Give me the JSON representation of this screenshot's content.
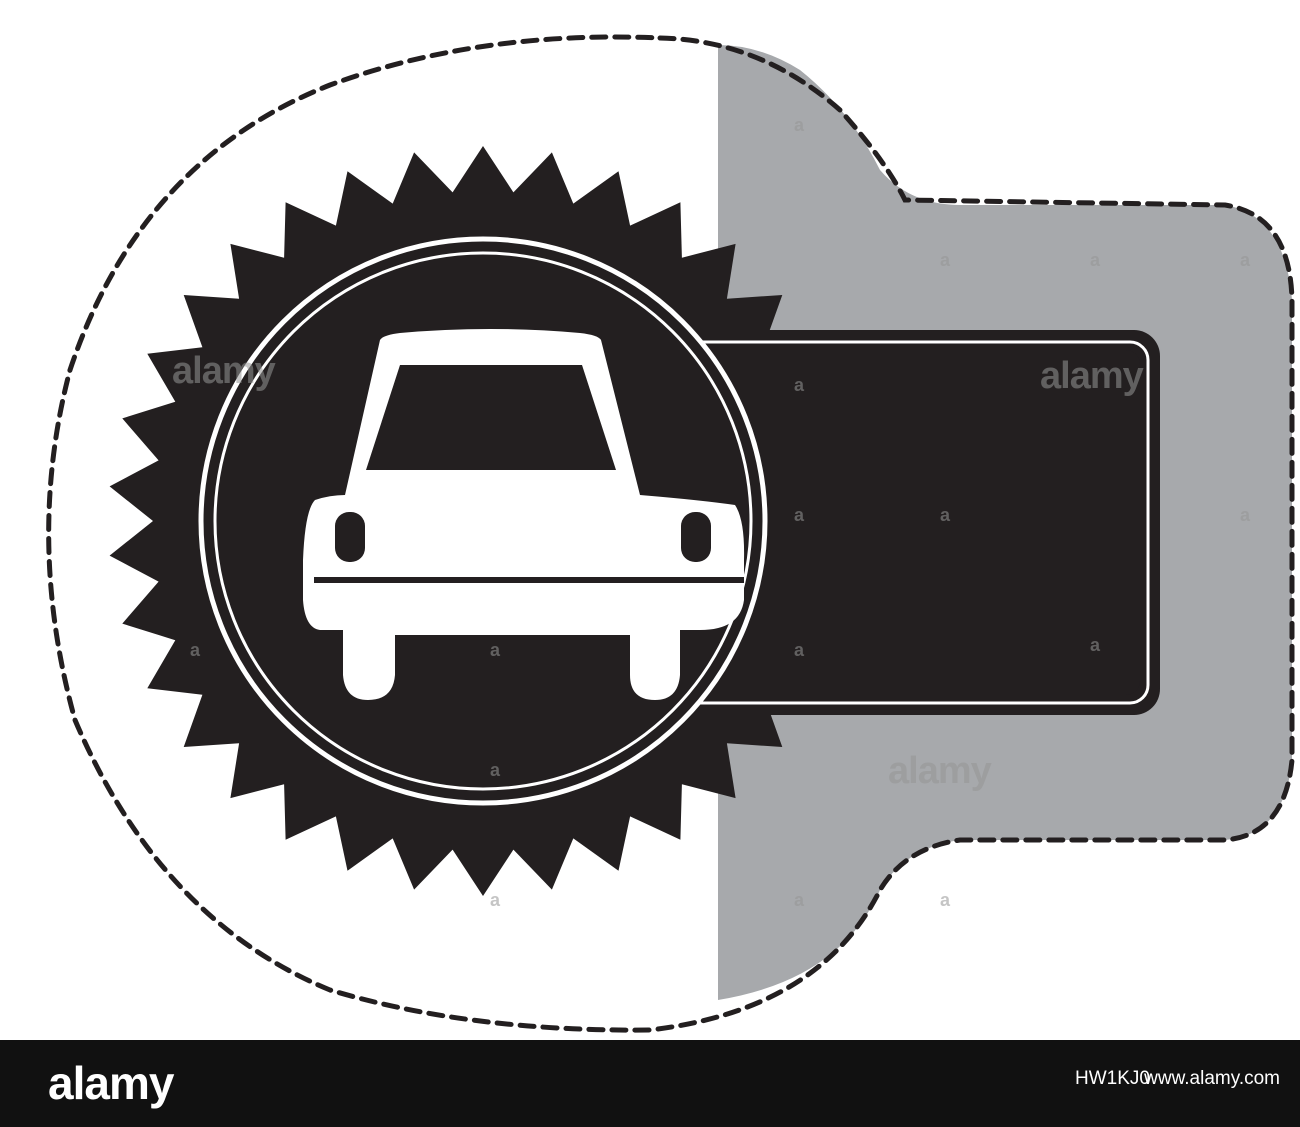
{
  "watermark": {
    "brand": "alamy",
    "small_mark": "a"
  },
  "footer": {
    "logo": "alamy",
    "image_id": "HW1KJ0",
    "site": "www.alamy.com"
  },
  "colors": {
    "badge": "#231f20",
    "shadow": "#a7a9ac",
    "outline": "#231f20",
    "footer_bg": "#111111"
  },
  "icons": [
    "sticker-outline",
    "starburst-badge",
    "car-front-icon",
    "label-banner"
  ]
}
